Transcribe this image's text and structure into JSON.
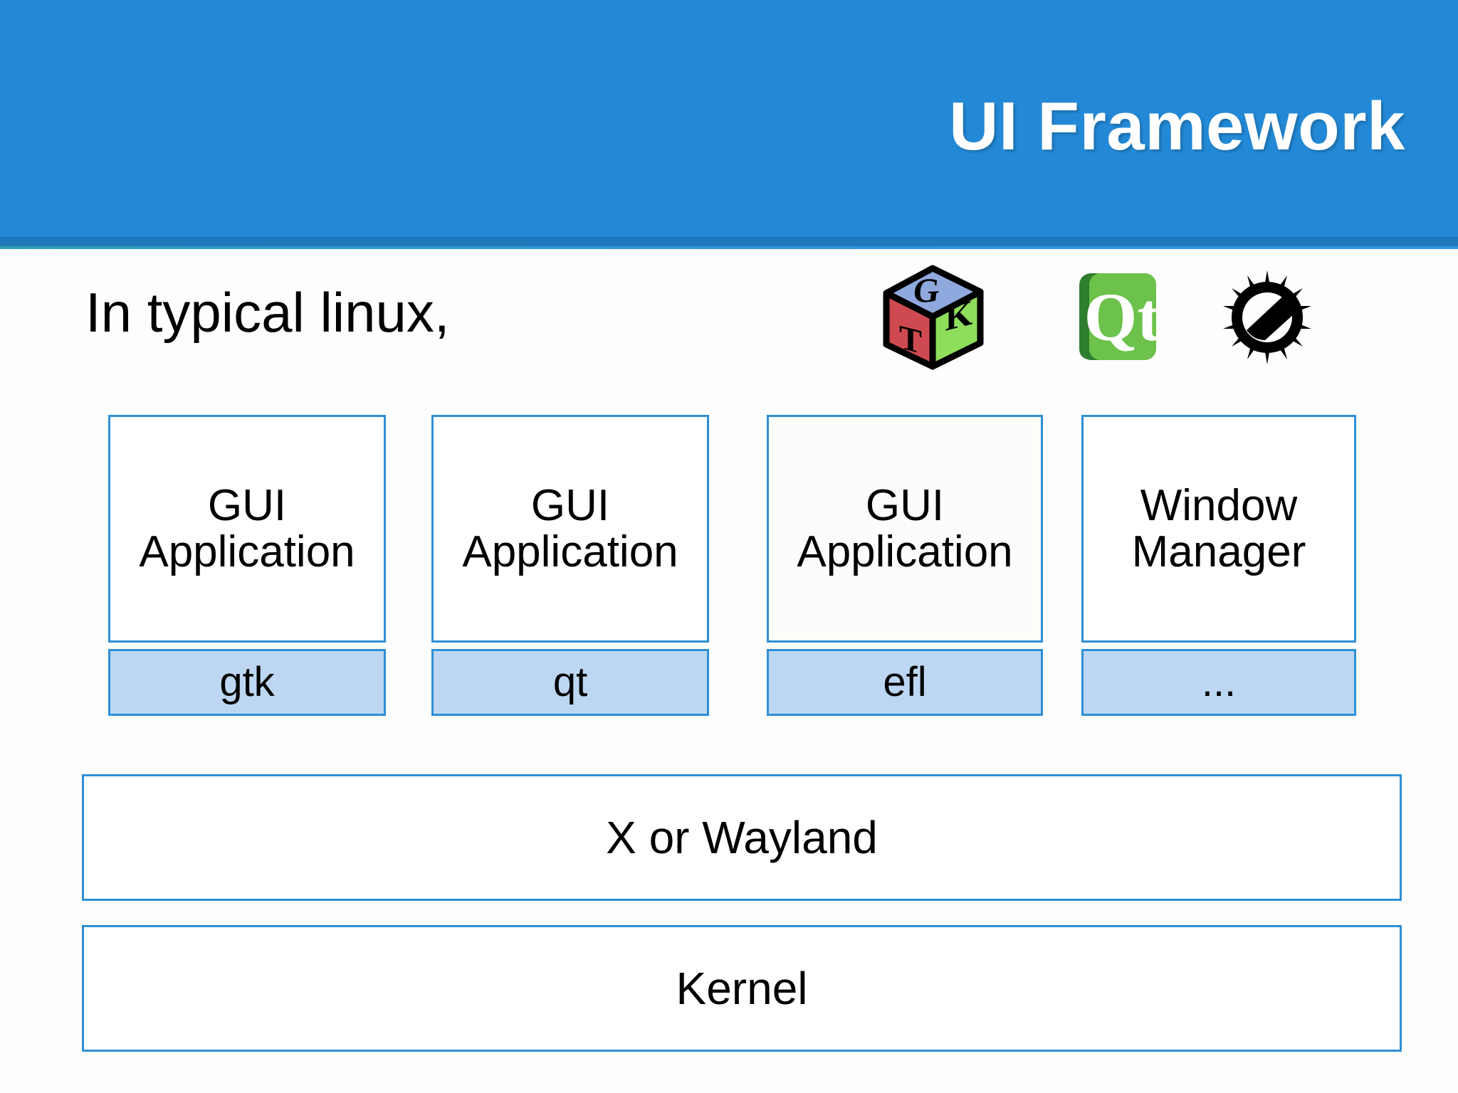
{
  "slide": {
    "header": {
      "title": "UI Framework",
      "background_color": "#2389d6",
      "title_color": "#ffffff",
      "shadow_band_color": "#2077b9",
      "accent_line_color": "#2e9fb0"
    },
    "subtitle": "In typical linux,",
    "accent_color": "#2e8fd6",
    "lib_fill_color": "#bdd7f2",
    "logos": [
      {
        "name": "gtk-logo",
        "alt": "GTK",
        "faces": {
          "top": "G",
          "left": "T",
          "right": "K"
        }
      },
      {
        "name": "qt-logo",
        "alt": "Qt",
        "text": "Qt"
      },
      {
        "name": "efl-logo",
        "alt": "Enlightenment EFL"
      }
    ],
    "columns": [
      {
        "app": "GUI\nApplication",
        "lib": "gtk"
      },
      {
        "app": "GUI\nApplication",
        "lib": "qt"
      },
      {
        "app": "GUI\nApplication",
        "lib": "efl"
      },
      {
        "app": "Window\nManager",
        "lib": "..."
      }
    ],
    "layers": [
      {
        "label": "X or Wayland"
      },
      {
        "label": "Kernel"
      }
    ]
  }
}
